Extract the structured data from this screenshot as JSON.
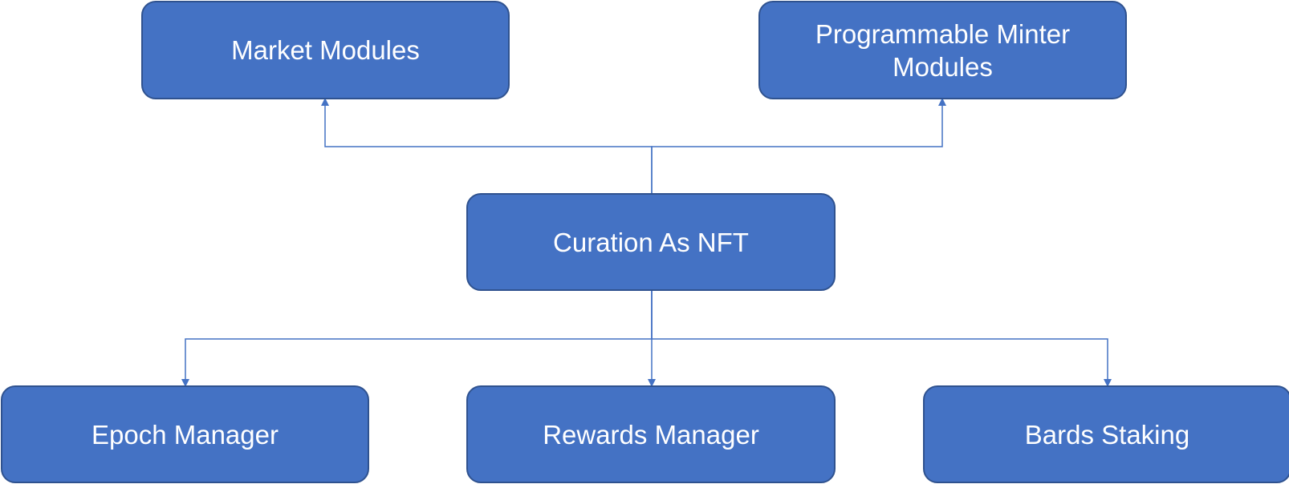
{
  "diagram": {
    "nodes": {
      "market_modules": {
        "label": "Market Modules"
      },
      "programmable_minter_modules": {
        "label_lines": [
          "Programmable Minter",
          "Modules"
        ]
      },
      "curation_as_nft": {
        "label": "Curation As NFT"
      },
      "epoch_manager": {
        "label": "Epoch Manager"
      },
      "rewards_manager": {
        "label": "Rewards Manager"
      },
      "bards_staking": {
        "label": "Bards Staking"
      }
    },
    "edges": [
      {
        "from": "curation_as_nft",
        "to": "market_modules"
      },
      {
        "from": "curation_as_nft",
        "to": "programmable_minter_modules"
      },
      {
        "from": "curation_as_nft",
        "to": "epoch_manager"
      },
      {
        "from": "curation_as_nft",
        "to": "rewards_manager"
      },
      {
        "from": "curation_as_nft",
        "to": "bards_staking"
      }
    ],
    "colors": {
      "node_fill": "#4472c4",
      "node_border": "#2f528f",
      "node_text": "#ffffff",
      "connector": "#4472c4"
    }
  }
}
